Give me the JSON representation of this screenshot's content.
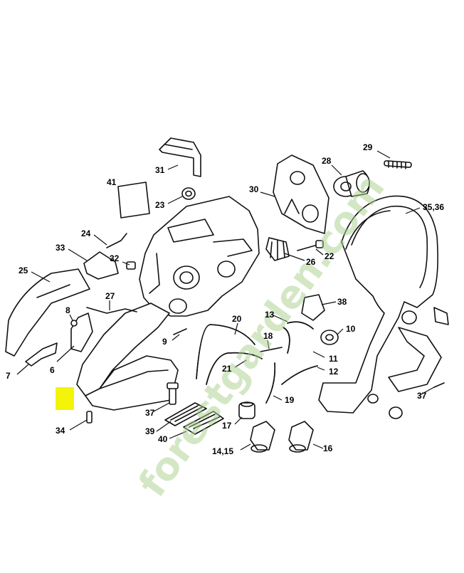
{
  "diagram": {
    "callouts": [
      {
        "id": "c29",
        "label": "29"
      },
      {
        "id": "c28",
        "label": "28"
      },
      {
        "id": "c31",
        "label": "31"
      },
      {
        "id": "c41",
        "label": "41"
      },
      {
        "id": "c23",
        "label": "23"
      },
      {
        "id": "c30",
        "label": "30"
      },
      {
        "id": "c3536",
        "label": "35,36"
      },
      {
        "id": "c24",
        "label": "24"
      },
      {
        "id": "c33",
        "label": "33"
      },
      {
        "id": "c32",
        "label": "32"
      },
      {
        "id": "c22",
        "label": "22"
      },
      {
        "id": "c26",
        "label": "26"
      },
      {
        "id": "c25",
        "label": "25"
      },
      {
        "id": "c27",
        "label": "27"
      },
      {
        "id": "c38",
        "label": "38"
      },
      {
        "id": "c8",
        "label": "8"
      },
      {
        "id": "c20",
        "label": "20"
      },
      {
        "id": "c13",
        "label": "13"
      },
      {
        "id": "c10",
        "label": "10"
      },
      {
        "id": "c18",
        "label": "18"
      },
      {
        "id": "c9",
        "label": "9"
      },
      {
        "id": "c11",
        "label": "11"
      },
      {
        "id": "c21",
        "label": "21"
      },
      {
        "id": "c12",
        "label": "12"
      },
      {
        "id": "c6",
        "label": "6"
      },
      {
        "id": "c7",
        "label": "7"
      },
      {
        "id": "c37a",
        "label": "37"
      },
      {
        "id": "c37b",
        "label": "37"
      },
      {
        "id": "c19",
        "label": "19"
      },
      {
        "id": "c39",
        "label": "39"
      },
      {
        "id": "c34",
        "label": "34"
      },
      {
        "id": "c17",
        "label": "17"
      },
      {
        "id": "c40",
        "label": "40"
      },
      {
        "id": "c1415",
        "label": "14,15"
      },
      {
        "id": "c16",
        "label": "16"
      }
    ],
    "watermark": {
      "text": "forestgarden.com",
      "colors": {
        "green": "#a8d08d",
        "orange": "#f5b041"
      }
    },
    "highlight_color": "#f4f40a"
  }
}
